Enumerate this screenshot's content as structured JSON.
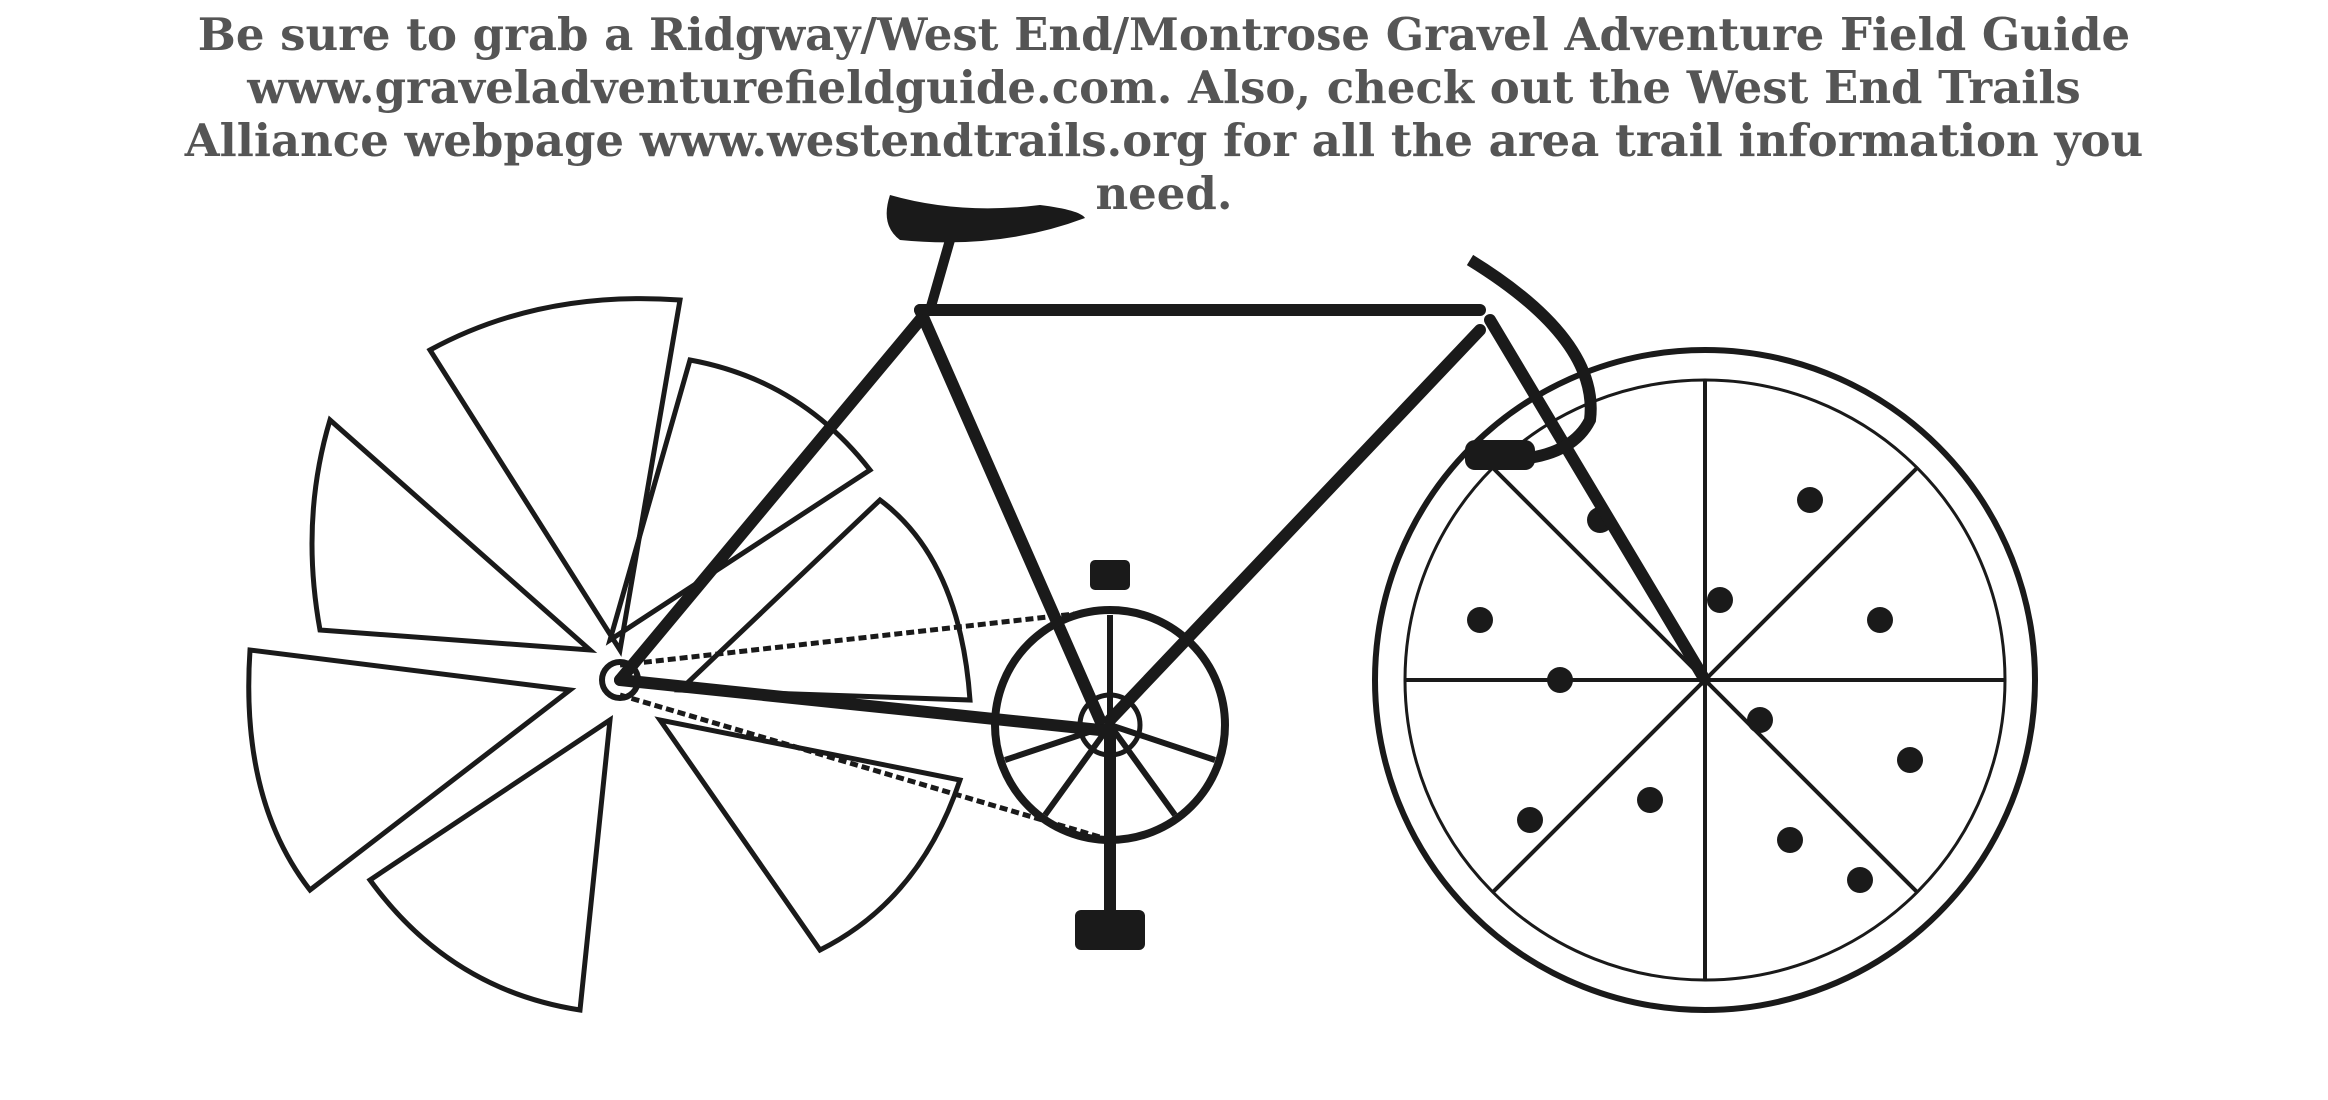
{
  "promo": {
    "line1": "Be sure to grab a Ridgway/West End/Montrose Gravel Adventure Field Guide",
    "line2": "www.graveladventurefieldguide.com. Also, check out the West End Trails",
    "line3": "Alliance webpage www.westendtrails.org for all the area trail information you",
    "line4": "need."
  },
  "illustration": {
    "subject": "bicycle-with-pizza-wheels",
    "ink_color": "#1a1a1a",
    "crust_color": "#f4f1ea",
    "olive_color": "#1a1a1a"
  }
}
